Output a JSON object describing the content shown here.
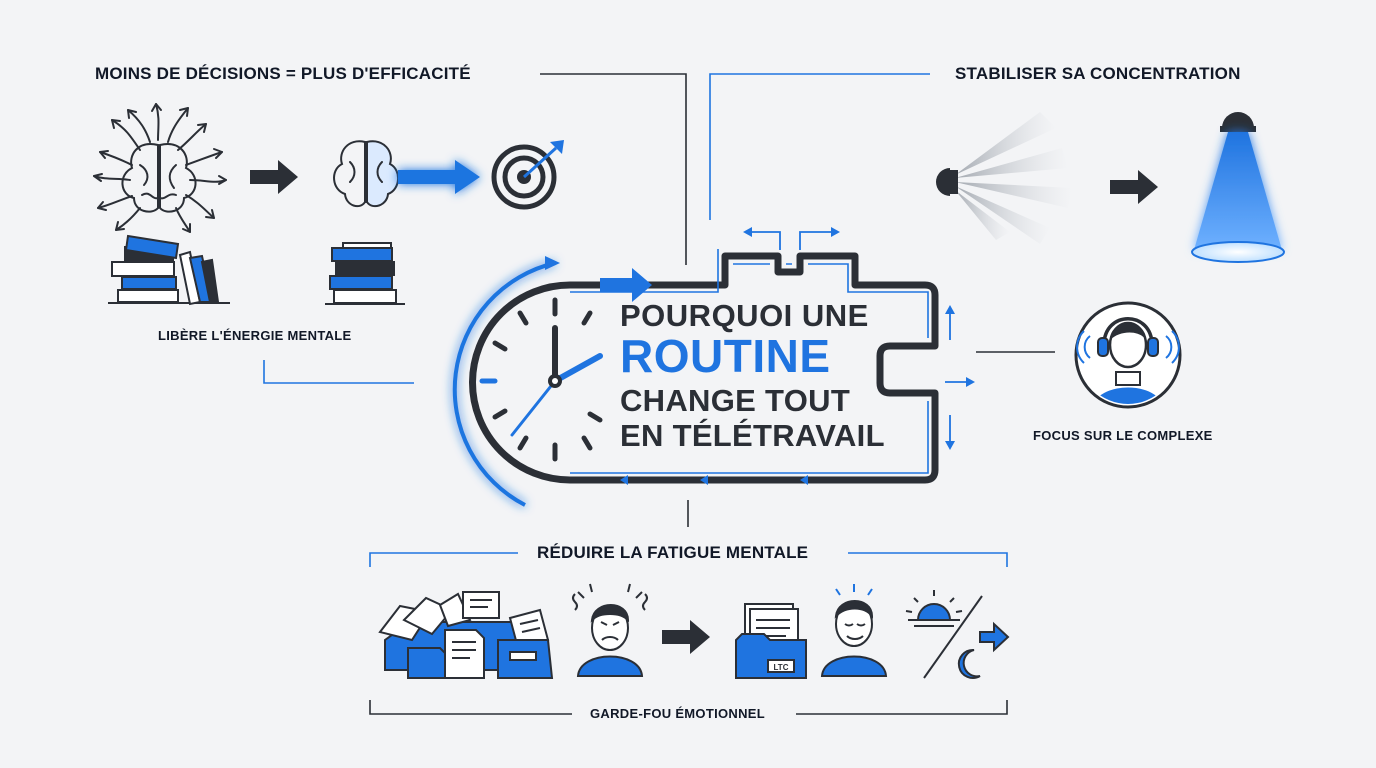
{
  "title": {
    "line1": "POURQUOI UNE",
    "line2": "ROUTINE",
    "line3": "CHANGE TOUT",
    "line4": "EN TÉLÉTRAVAIL"
  },
  "sections": {
    "decisions": {
      "heading": "MOINS DE DÉCISIONS = PLUS D'EFFICACITÉ",
      "caption": "LIBÈRE L'ÉNERGIE MENTALE"
    },
    "concentration": {
      "heading": "STABILISER SA CONCENTRATION",
      "caption": "FOCUS SUR LE COMPLEXE"
    },
    "fatigue": {
      "heading": "RÉDUIRE LA FATIGUE MENTALE",
      "caption": "GARDE-FOU ÉMOTIONNEL"
    }
  },
  "icons": {
    "folder_tag": "LTC"
  },
  "colors": {
    "accent": "#1f74e0",
    "dark": "#2b2f36",
    "background": "#f3f4f6"
  }
}
